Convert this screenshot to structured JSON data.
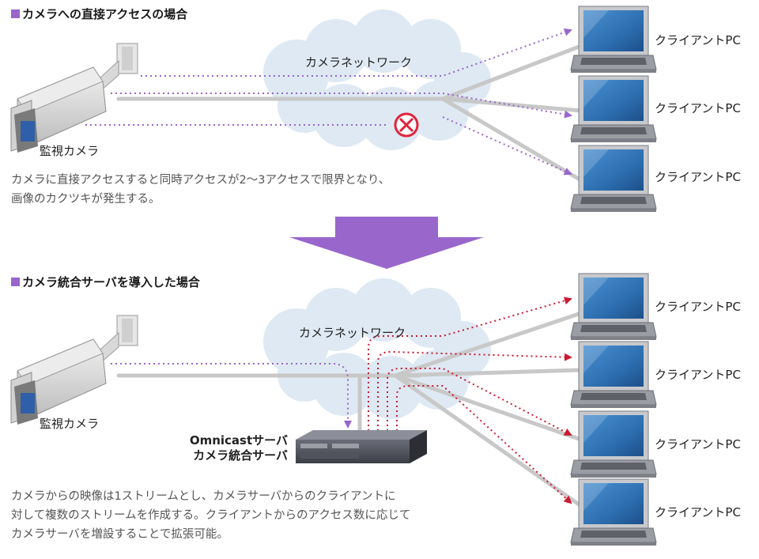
{
  "top": {
    "title": "カメラへの直接アクセスの場合",
    "network_label": "カメラネットワーク",
    "camera_label": "監視カメラ",
    "client_labels": [
      "クライアントPC",
      "クライアントPC",
      "クライアントPC"
    ],
    "caption_lines": [
      "カメラに直接アクセスすると同時アクセスが2～3アクセスで限界となり、",
      "画像のカクツキが発生する。"
    ]
  },
  "bottom": {
    "title": "カメラ統合サーバを導入した場合",
    "network_label": "カメラネットワーク",
    "camera_label": "監視カメラ",
    "server_label_lines": [
      "Omnicastサーバ",
      "カメラ統合サーバ"
    ],
    "client_labels": [
      "クライアントPC",
      "クライアントPC",
      "クライアントPC",
      "クライアントPC"
    ],
    "caption_lines": [
      "カメラからの映像は1ストリームとし、カメラサーバからのクライアントに",
      "対して複数のストリームを作成する。クライアントからのアクセス数に応じて",
      "カメラサーバを増設することで拡張可能。"
    ]
  },
  "colors": {
    "accent_purple": "#9966cc",
    "dotted_purple": "#9966cc",
    "dotted_red": "#cc1a33",
    "cloud": "#dde8f3",
    "cable": "#c8c8c8",
    "blocked": "#e0243c"
  }
}
